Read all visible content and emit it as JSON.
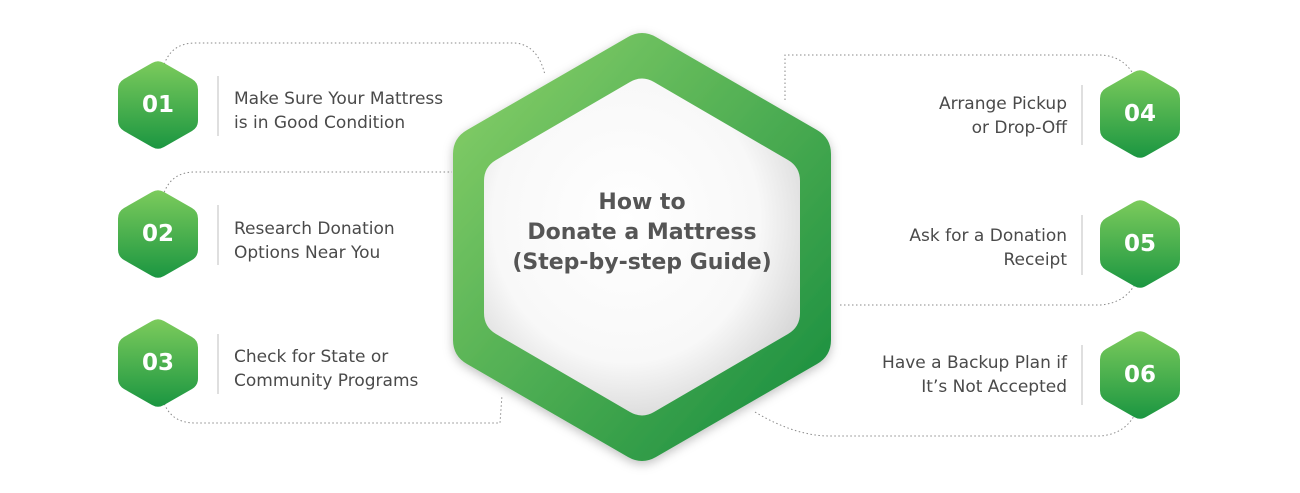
{
  "title": {
    "line1": "How to",
    "line2": "Donate a Mattress",
    "line3": "(Step-by-step Guide)"
  },
  "colors": {
    "green_light": "#7dc95e",
    "green_dark": "#1f9a44",
    "text": "#4a4a4a",
    "title": "#555555"
  },
  "steps": [
    {
      "number": "01",
      "line1": "Make Sure Your Mattress",
      "line2": "is in Good Condition"
    },
    {
      "number": "02",
      "line1": "Research Donation",
      "line2": "Options Near You"
    },
    {
      "number": "03",
      "line1": "Check for State or",
      "line2": "Community Programs"
    },
    {
      "number": "04",
      "line1": "Arrange Pickup",
      "line2": "or Drop-Off"
    },
    {
      "number": "05",
      "line1": "Ask for a Donation",
      "line2": "Receipt"
    },
    {
      "number": "06",
      "line1": "Have a Backup Plan if",
      "line2": "It’s Not Accepted"
    }
  ]
}
